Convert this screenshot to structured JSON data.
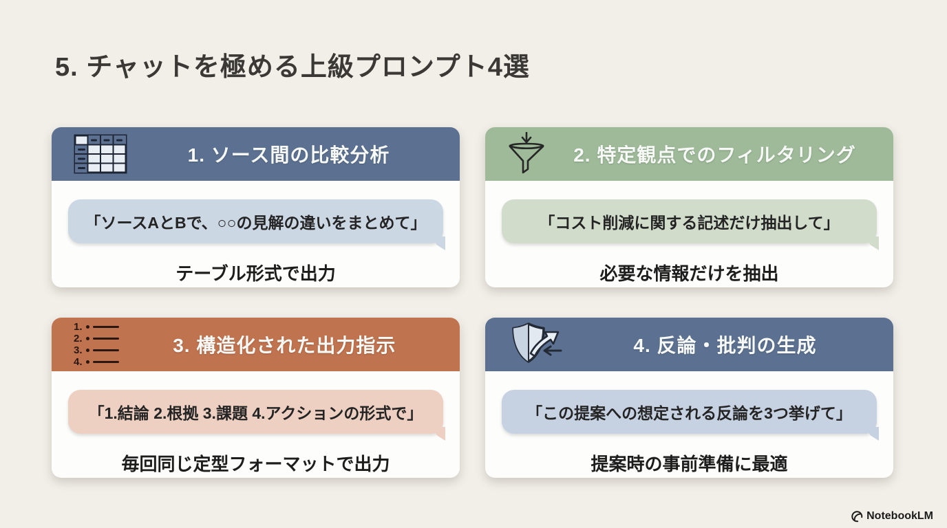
{
  "page": {
    "title": "5. チャットを極める上級プロンプト4選",
    "watermark": "NotebookLM"
  },
  "colors": {
    "background": "#f1efe8",
    "slate_header": "#5c7191",
    "green_header": "#9eba99",
    "terracotta_header": "#c0734f",
    "bubble_blue": "#ccd7e4",
    "bubble_green": "#d1dccb",
    "bubble_peach": "#edd0c1",
    "bubble_blue2": "#c6d2e2",
    "header_text": "#f7f9f6"
  },
  "cards": [
    {
      "title": "1. ソース間の比較分析",
      "icon": "table-icon",
      "bubble": "「ソースAとBで、○○の見解の違いをまとめて」",
      "caption": "テーブル形式で出力",
      "header_color": "#5c7191",
      "bubble_color": "#ccd7e4"
    },
    {
      "title": "2. 特定観点でのフィルタリング",
      "icon": "funnel-icon",
      "bubble": "「コスト削減に関する記述だけ抽出して」",
      "caption": "必要な情報だけを抽出",
      "header_color": "#9eba99",
      "bubble_color": "#d1dccb"
    },
    {
      "title": "3. 構造化された出力指示",
      "icon": "numbered-list-icon",
      "list_numbers": [
        "1.",
        "2.",
        "3.",
        "4."
      ],
      "bubble": "「1.結論 2.根拠 3.課題 4.アクションの形式で」",
      "caption": "毎回同じ定型フォーマットで出力",
      "header_color": "#c0734f",
      "bubble_color": "#edd0c1"
    },
    {
      "title": "4. 反論・批判の生成",
      "icon": "shield-arrows-icon",
      "bubble": "「この提案への想定される反論を3つ挙げて」",
      "caption": "提案時の事前準備に最適",
      "header_color": "#5c7191",
      "bubble_color": "#c6d2e2"
    }
  ]
}
